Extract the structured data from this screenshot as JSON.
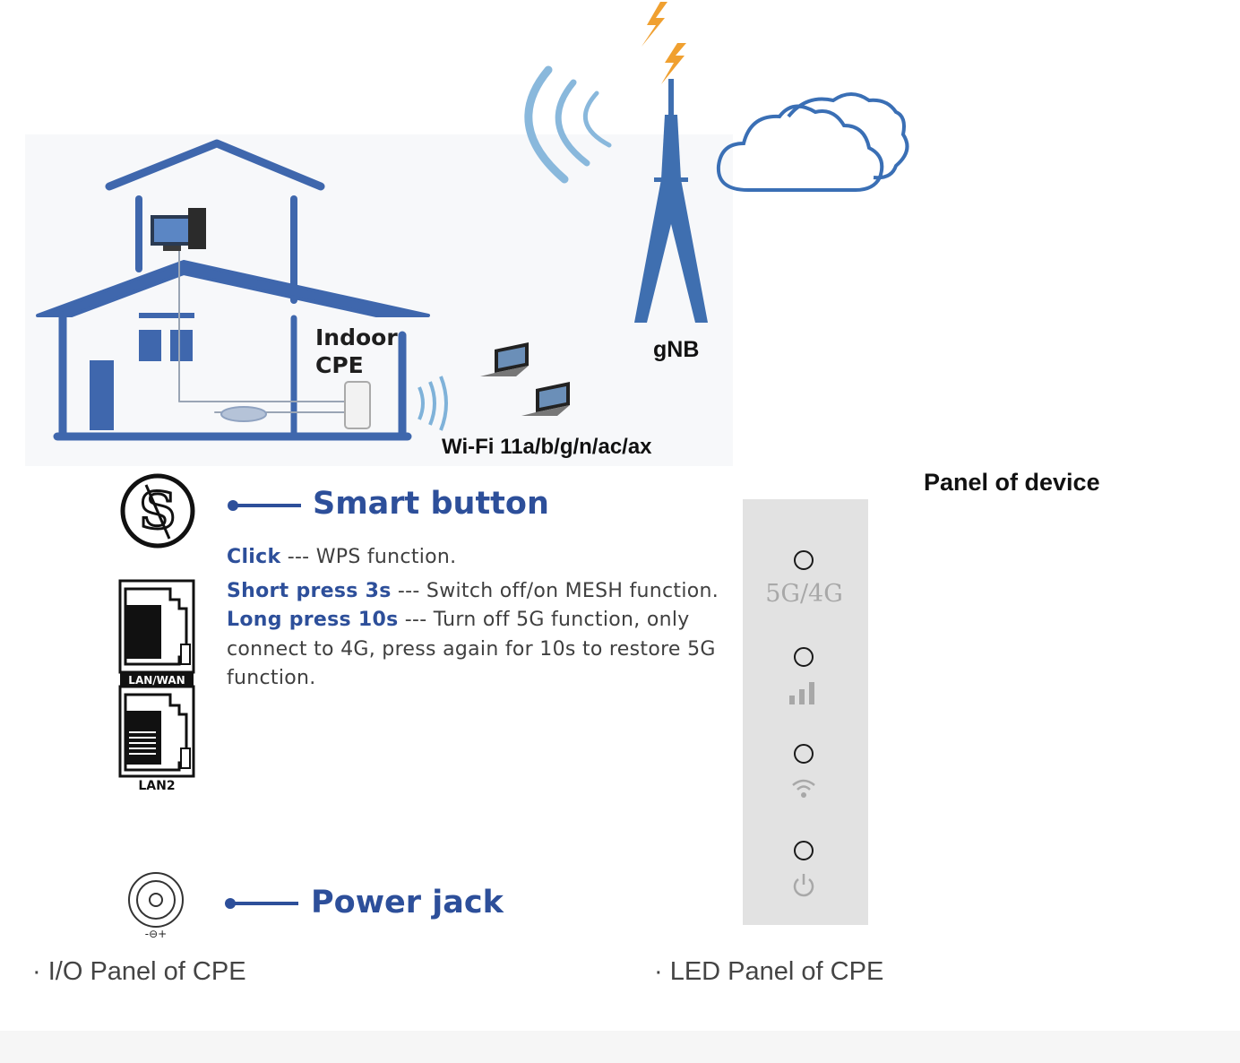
{
  "network": {
    "indoor_cpe_line1": "Indoor",
    "indoor_cpe_line2": "CPE",
    "gnb_label": "gNB",
    "wifi_label": "Wi-Fi 11a/b/g/n/ac/ax"
  },
  "io_panel": {
    "smart_button_title": "Smart button",
    "items": [
      {
        "key": "Click",
        "text": " --- WPS function."
      },
      {
        "key": "Short press 3s",
        "text": " --- Switch off/on MESH function."
      },
      {
        "key": "Long press 10s",
        "text": " --- Turn off 5G function, only connect to 4G, press again for 10s to restore 5G function."
      }
    ],
    "port_label_1": "LAN/WAN",
    "port_label_2": "LAN2",
    "power_jack_title": "Power jack",
    "caption": "· I/O Panel of CPE"
  },
  "led_panel": {
    "title": "Panel of device",
    "label_5g4g": "5G/4G",
    "icons": [
      "signal-bars-icon",
      "wifi-icon",
      "power-icon"
    ],
    "caption": "·  LED Panel of CPE"
  },
  "colors": {
    "house_blue": "#3f67ad",
    "accent_blue": "#2d4f9a",
    "led_panel_bg": "#e2e2e2"
  }
}
